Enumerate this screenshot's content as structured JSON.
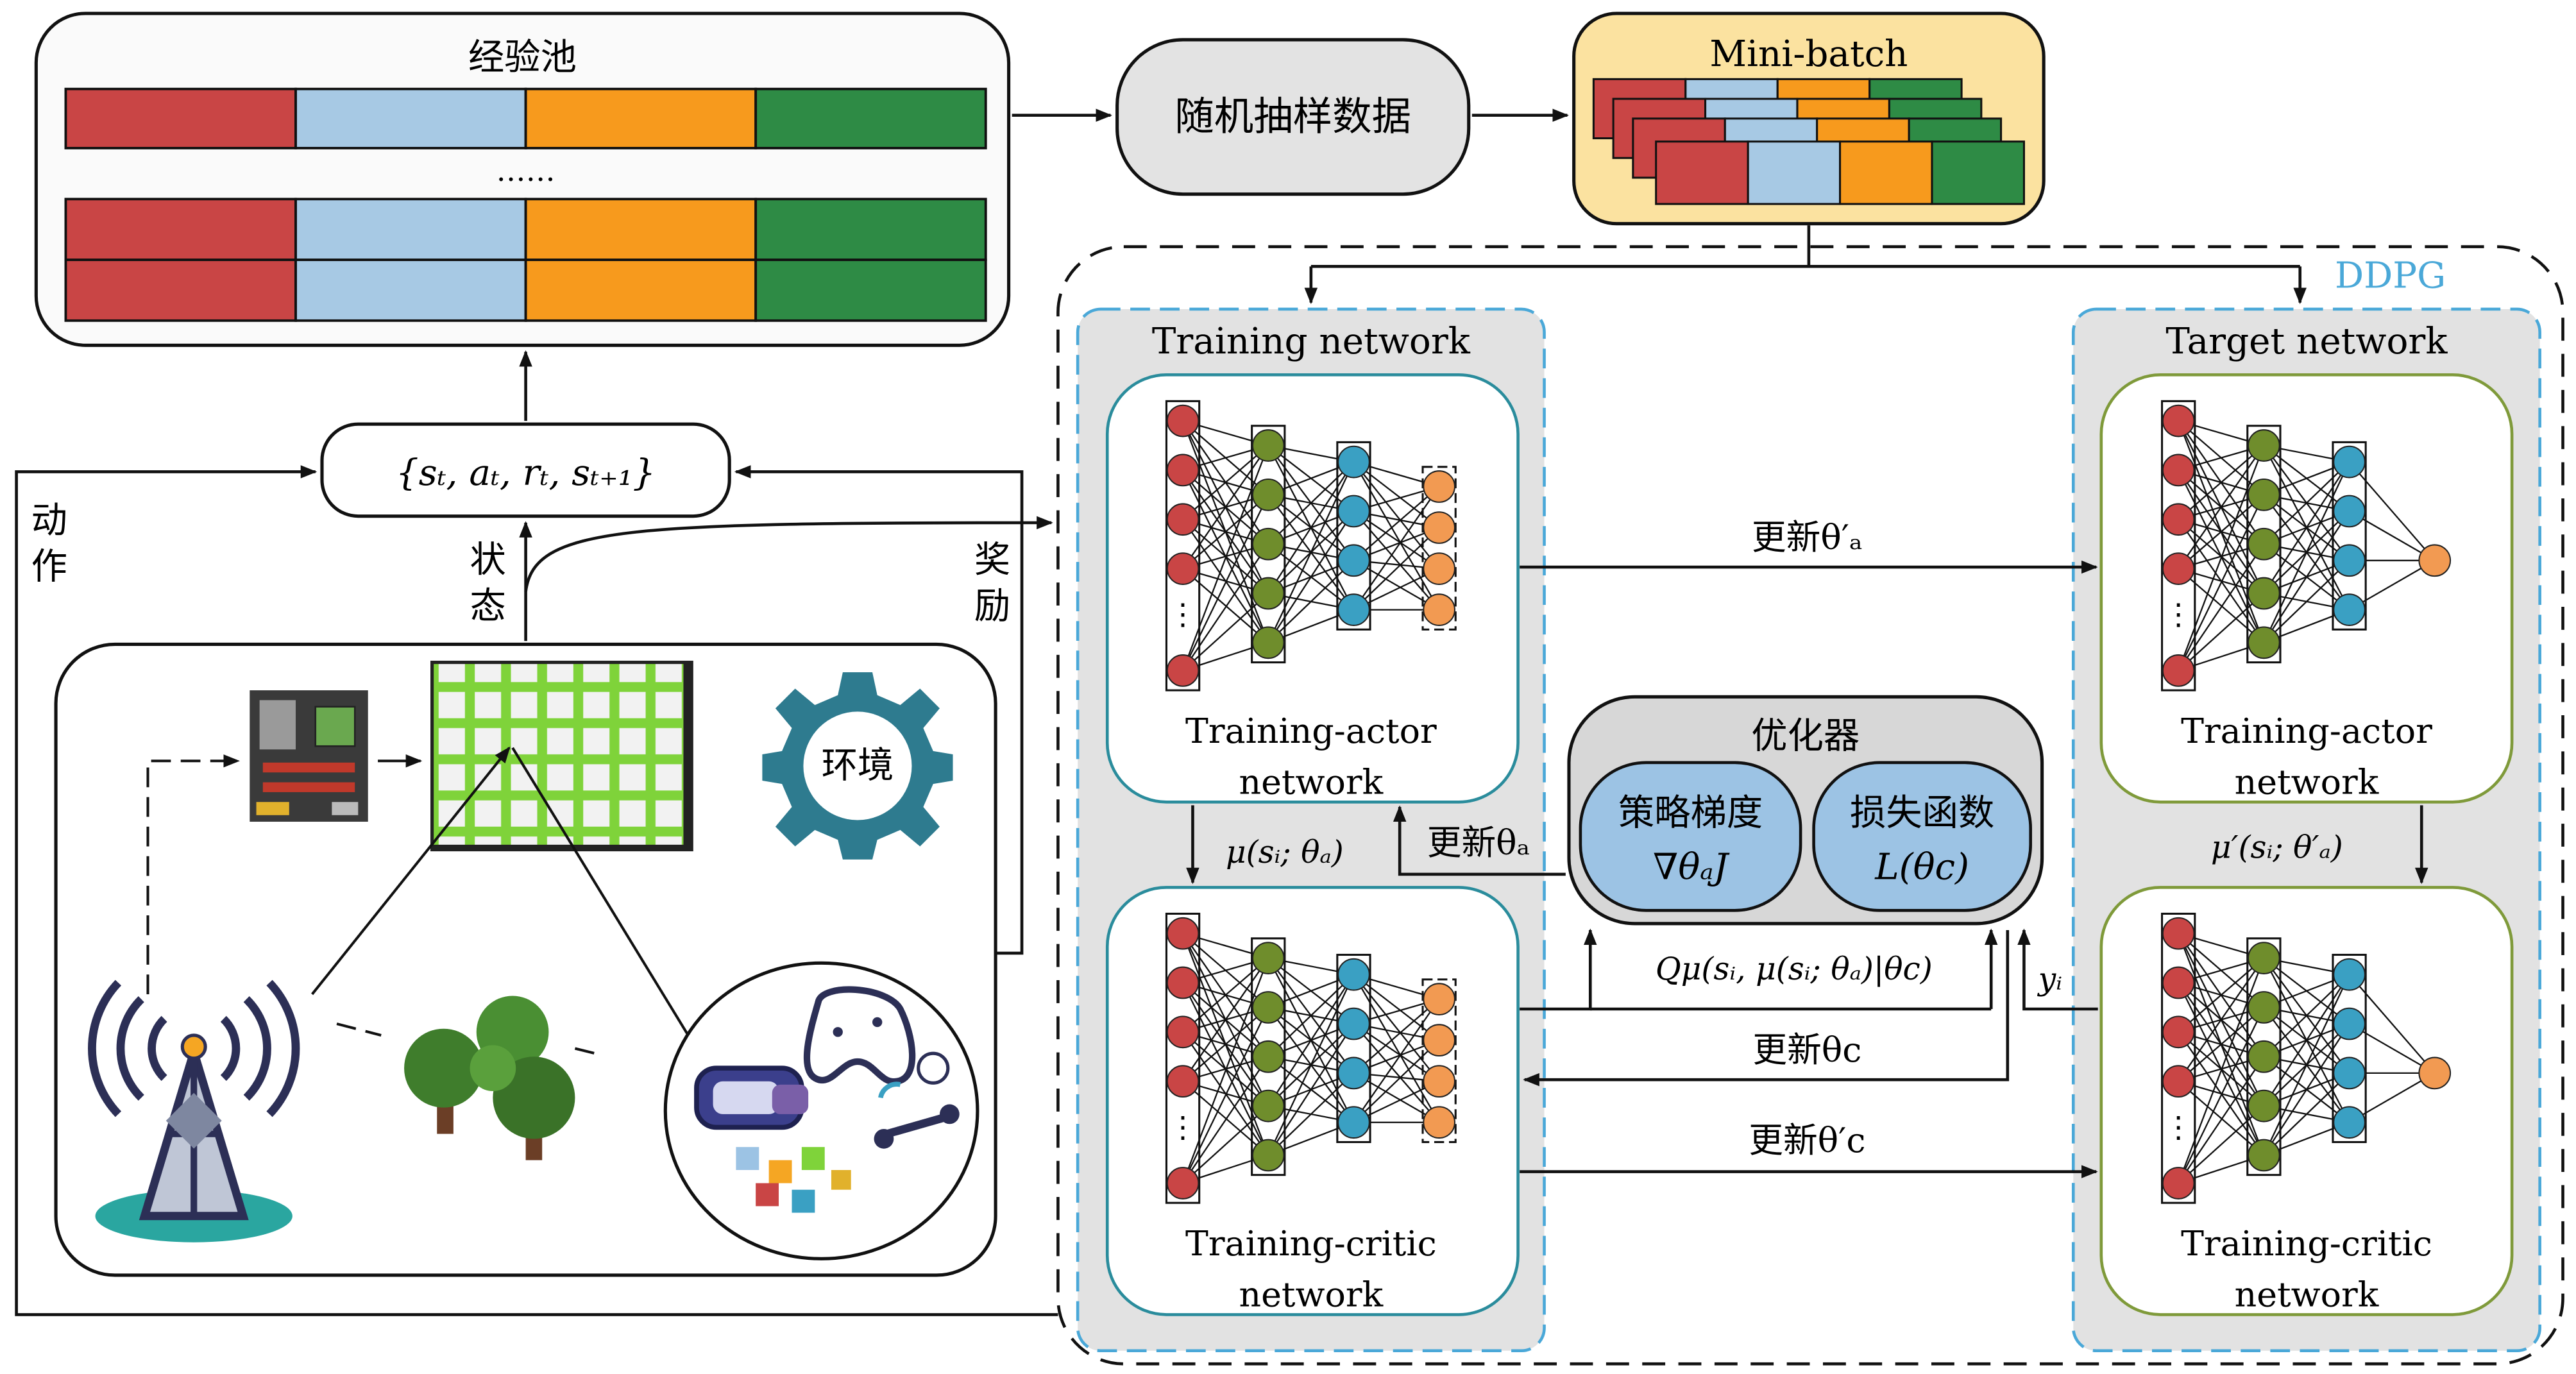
{
  "experience_pool": {
    "title": "经验池",
    "ellipsis": "……",
    "segment_colors": [
      "#c94545",
      "#a7c9e4",
      "#f79a1d",
      "#2e8b45"
    ]
  },
  "random_sample": {
    "label": "随机抽样数据"
  },
  "mini_batch": {
    "title": "Mini-batch"
  },
  "transition": {
    "label": "{sₜ, aₜ, rₜ, sₜ₊₁}"
  },
  "side_labels": {
    "action": "动作",
    "state": "状态",
    "reward": "奖励"
  },
  "environment": {
    "label": "环境"
  },
  "ddpg": {
    "label": "DDPG",
    "training": {
      "title": "Training network",
      "actor_line1": "Training-actor",
      "actor_line2": "network",
      "critic_line1": "Training-critic",
      "critic_line2": "network"
    },
    "target": {
      "title": "Target network",
      "actor_line1": "Training-actor",
      "actor_line2": "network",
      "critic_line1": "Training-critic",
      "critic_line2": "network"
    },
    "optimizer": {
      "title": "优化器",
      "policy_gradient_line1": "策略梯度",
      "policy_gradient_line2": "∇θₐJ",
      "loss_line1": "损失函数",
      "loss_line2": "L(θc)"
    }
  },
  "arrow_labels": {
    "update_theta_a_prime": "更新θ′ₐ",
    "update_theta_a": "更新θₐ",
    "mu_training": "μ(sᵢ; θₐ)",
    "mu_target": "μ′(sᵢ; θ′ₐ)",
    "q_value": "Qμ(sᵢ, μ(sᵢ; θₐ)|θc)",
    "y_i": "yᵢ",
    "update_theta_c": "更新θc",
    "update_theta_c_prime": "更新θ′c"
  },
  "colors": {
    "input_node": "#c94545",
    "hidden1_node": "#6f8d2c",
    "hidden2_node": "#3aa0c3",
    "output_node": "#f29a52",
    "ddpg_border": "#4aa8d8",
    "actor_border_training": "#2a8c9c",
    "actor_border_target": "#7f9a3a",
    "gear": "#2e7b8f",
    "minibatch_fill": "#fbe2a0",
    "optimizer_inner": "#9cc3e4"
  }
}
